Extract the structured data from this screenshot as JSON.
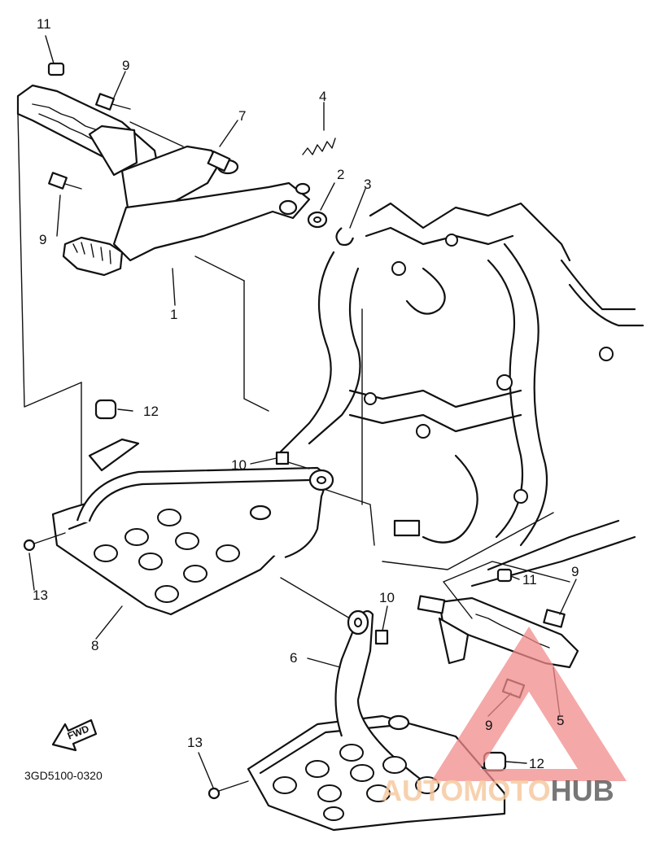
{
  "diagram": {
    "drawing_code": "3GD5100-0320",
    "direction_arrow_label": "FWD",
    "callouts": [
      {
        "id": "c1",
        "label": "1"
      },
      {
        "id": "c2",
        "label": "2"
      },
      {
        "id": "c3",
        "label": "3"
      },
      {
        "id": "c4",
        "label": "4"
      },
      {
        "id": "c5",
        "label": "5"
      },
      {
        "id": "c6",
        "label": "6"
      },
      {
        "id": "c7",
        "label": "7"
      },
      {
        "id": "c8",
        "label": "8"
      },
      {
        "id": "c9a",
        "label": "9"
      },
      {
        "id": "c9b",
        "label": "9"
      },
      {
        "id": "c9c",
        "label": "9"
      },
      {
        "id": "c9d",
        "label": "9"
      },
      {
        "id": "c10a",
        "label": "10"
      },
      {
        "id": "c10b",
        "label": "10"
      },
      {
        "id": "c11a",
        "label": "11"
      },
      {
        "id": "c11b",
        "label": "11"
      },
      {
        "id": "c12a",
        "label": "12"
      },
      {
        "id": "c12b",
        "label": "12"
      },
      {
        "id": "c13a",
        "label": "13"
      },
      {
        "id": "c13b",
        "label": "13"
      }
    ]
  },
  "watermark": {
    "part1": "AUTOMOTO",
    "part2": "HUB",
    "colors": {
      "triangle": "#f28b8b",
      "text_light": "#f6c9a0",
      "text_dark": "#555555"
    }
  }
}
